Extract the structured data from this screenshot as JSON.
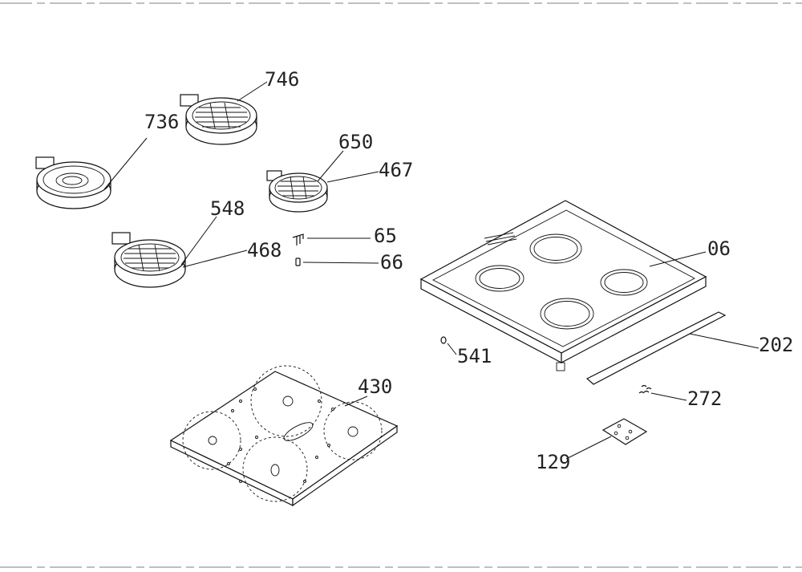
{
  "diagram": {
    "labels": {
      "p746": "746",
      "p736": "736",
      "p650": "650",
      "p467": "467",
      "p548": "548",
      "p468": "468",
      "p65": "65",
      "p66": "66",
      "p06": "06",
      "p202": "202",
      "p541": "541",
      "p430": "430",
      "p272": "272",
      "p129": "129"
    }
  }
}
